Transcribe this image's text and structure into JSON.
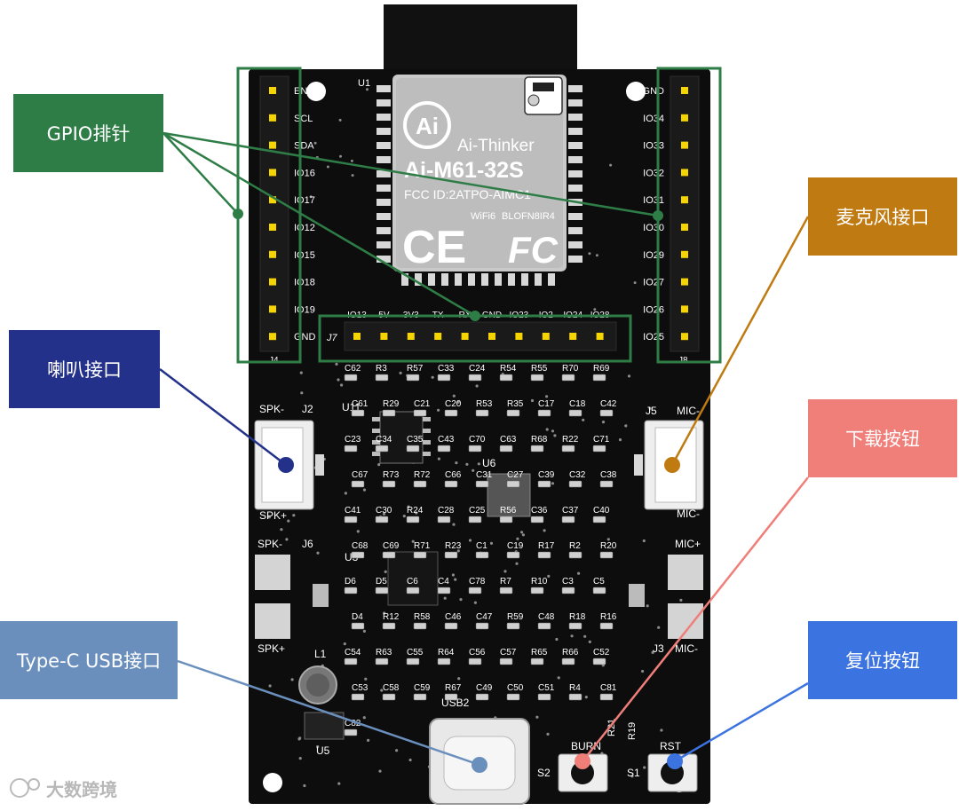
{
  "labels": {
    "gpio": "GPIO排针",
    "mic": "麦克风接口",
    "speaker": "喇叭接口",
    "burn": "下载按钮",
    "usb": "Type-C USB接口",
    "reset": "复位按钮"
  },
  "module": {
    "brand": "Ai-Thinker",
    "model": "Ai-M61-32S",
    "fcc": "FCC ID:2ATPO-AIMC1",
    "wifi": "WiFi6",
    "ble": "BLOFN8IR4",
    "logo": "Ai",
    "ce": "CE",
    "fc": "FC",
    "ref": "U1"
  },
  "headers": {
    "left_pins": [
      "EN",
      "SCL",
      "SDA",
      "IO16",
      "IO17",
      "IO12",
      "IO15",
      "IO18",
      "IO19",
      "GND"
    ],
    "left_ref": "J4",
    "right_pins": [
      "GND",
      "IO34",
      "IO33",
      "IO32",
      "IO31",
      "IO30",
      "IO29",
      "IO27",
      "IO26",
      "IO25"
    ],
    "right_ref": "J8",
    "bottom_pins": [
      "IO13",
      "5V",
      "3V3",
      "TX",
      "RX",
      "GND",
      "IO23",
      "IO2",
      "IO24",
      "IO28"
    ],
    "bottom_ref": "J7"
  },
  "silkscreen": {
    "j2": "J2",
    "j5": "J5",
    "j6": "J6",
    "j3": "J3",
    "spk_minus": "SPK-",
    "spk_plus": "SPK+",
    "mic_minus": "MIC-",
    "mic_plus": "MIC+",
    "usb2": "USB2",
    "burn": "BURN",
    "rst": "RST",
    "s1": "S1",
    "s2": "S2",
    "u11": "U11",
    "u6": "U6",
    "u3": "U3",
    "u5": "U5",
    "l1": "L1",
    "r19": "R19",
    "r21": "R21"
  },
  "components": [
    "C62",
    "R3",
    "R57",
    "C33",
    "C24",
    "R54",
    "R55",
    "R70",
    "R69",
    "C61",
    "R29",
    "C21",
    "C20",
    "R53",
    "R35",
    "C17",
    "C18",
    "C42",
    "C23",
    "C34",
    "C35",
    "C43",
    "C70",
    "C63",
    "R68",
    "R22",
    "C71",
    "C67",
    "R73",
    "R72",
    "C66",
    "C31",
    "C27",
    "C39",
    "C32",
    "C38",
    "C41",
    "C30",
    "R24",
    "C28",
    "C25",
    "R56",
    "C36",
    "C37",
    "C40",
    "C68",
    "C69",
    "R71",
    "R23",
    "C1",
    "C19",
    "R17",
    "R2",
    "R20",
    "D6",
    "D5",
    "C6",
    "C4",
    "C78",
    "R7",
    "R10",
    "C3",
    "C5",
    "D4",
    "R12",
    "R58",
    "C46",
    "C47",
    "R59",
    "C48",
    "R18",
    "R16",
    "C54",
    "R63",
    "C55",
    "R64",
    "C56",
    "C57",
    "R65",
    "R66",
    "C52",
    "C53",
    "C58",
    "C59",
    "R67",
    "C49",
    "C50",
    "C51",
    "R4",
    "C81",
    "C82"
  ],
  "watermark": "大数跨境",
  "colors": {
    "gpio": "#2e7d46",
    "mic": "#c07a12",
    "speaker": "#24318a",
    "burn": "#f07f7a",
    "usb": "#6b8fbd",
    "reset": "#3b73e0",
    "pcb": "#0d0d0d"
  }
}
